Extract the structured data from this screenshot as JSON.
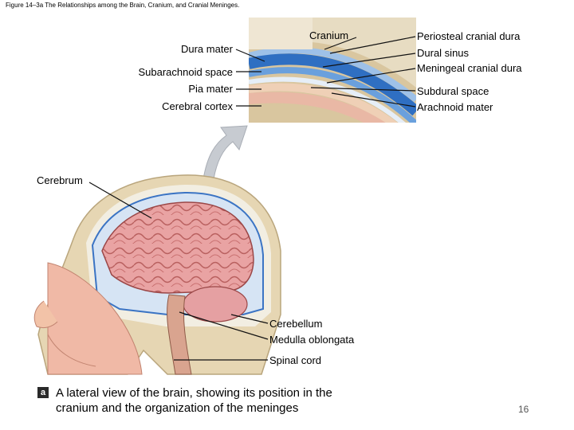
{
  "figure_title": "Figure 14–3a The Relationships among the Brain, Cranium, and Cranial Meninges.",
  "inset_labels": {
    "cranium": "Cranium",
    "dura_mater": "Dura mater",
    "subarachnoid_space": "Subarachnoid space",
    "pia_mater": "Pia mater",
    "cerebral_cortex": "Cerebral cortex",
    "periosteal_cranial_dura": "Periosteal cranial dura",
    "dural_sinus": "Dural sinus",
    "meningeal_cranial_dura": "Meningeal cranial dura",
    "subdural_space": "Subdural space",
    "arachnoid_mater": "Arachnoid mater"
  },
  "head_labels": {
    "cerebrum": "Cerebrum",
    "cerebellum": "Cerebellum",
    "medulla_oblongata": "Medulla oblongata",
    "spinal_cord": "Spinal cord"
  },
  "caption": {
    "badge": "a",
    "text": "A lateral view of the brain, showing its position in the cranium and the organization of the meninges"
  },
  "page_number": "16",
  "colors": {
    "bone": "#d9c9a8",
    "dura_blue": "#3b74c4",
    "brain_pink": "#e8a0a0",
    "skin": "#f2c3a8",
    "arrow_gray": "#c7cbd1"
  }
}
